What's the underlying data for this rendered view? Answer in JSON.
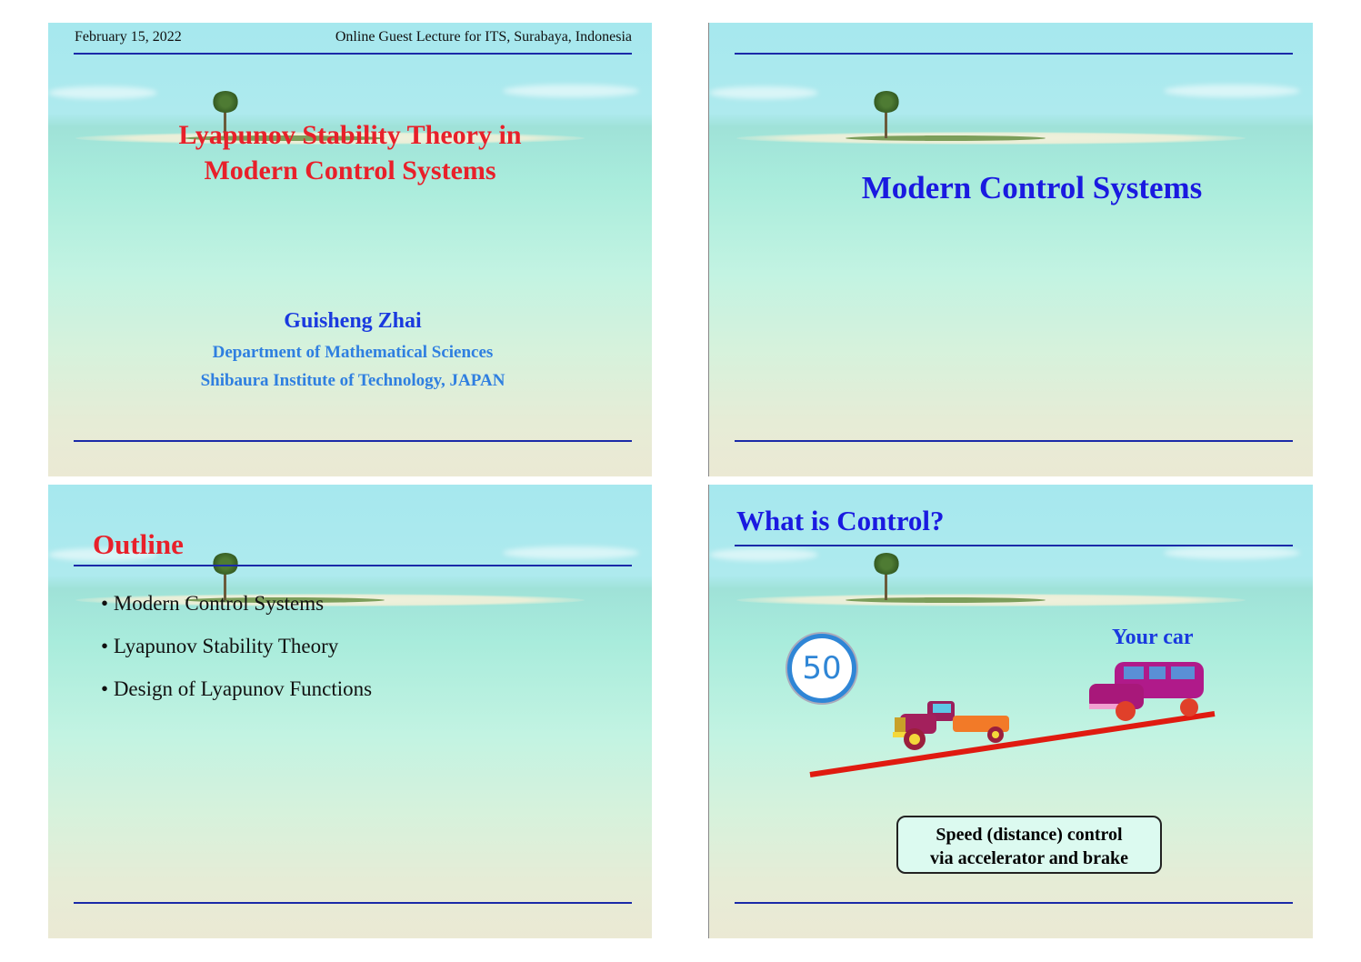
{
  "slides": [
    {
      "header": {
        "date": "February 15, 2022",
        "event": "Online Guest Lecture for ITS, Surabaya, Indonesia"
      },
      "title_lines": [
        "Lyapunov Stability Theory in",
        "Modern Control Systems"
      ],
      "author": "Guisheng Zhai",
      "department": "Department of Mathematical Sciences",
      "institute": "Shibaura Institute of Technology, JAPAN"
    },
    {
      "title": "Modern Control Systems"
    },
    {
      "title": "Outline",
      "bullets": [
        "Modern Control Systems",
        "Lyapunov Stability Theory",
        "Design of Lyapunov Functions"
      ]
    },
    {
      "title": "What is Control?",
      "speed_sign": "50",
      "car_label": "Your car",
      "box_lines": [
        "Speed (distance) control",
        "via accelerator and brake"
      ]
    }
  ],
  "colors": {
    "red_title": "#e8202a",
    "blue_title": "#1a1ae0",
    "rule": "#1a2aa8",
    "road": "#e01a10"
  }
}
